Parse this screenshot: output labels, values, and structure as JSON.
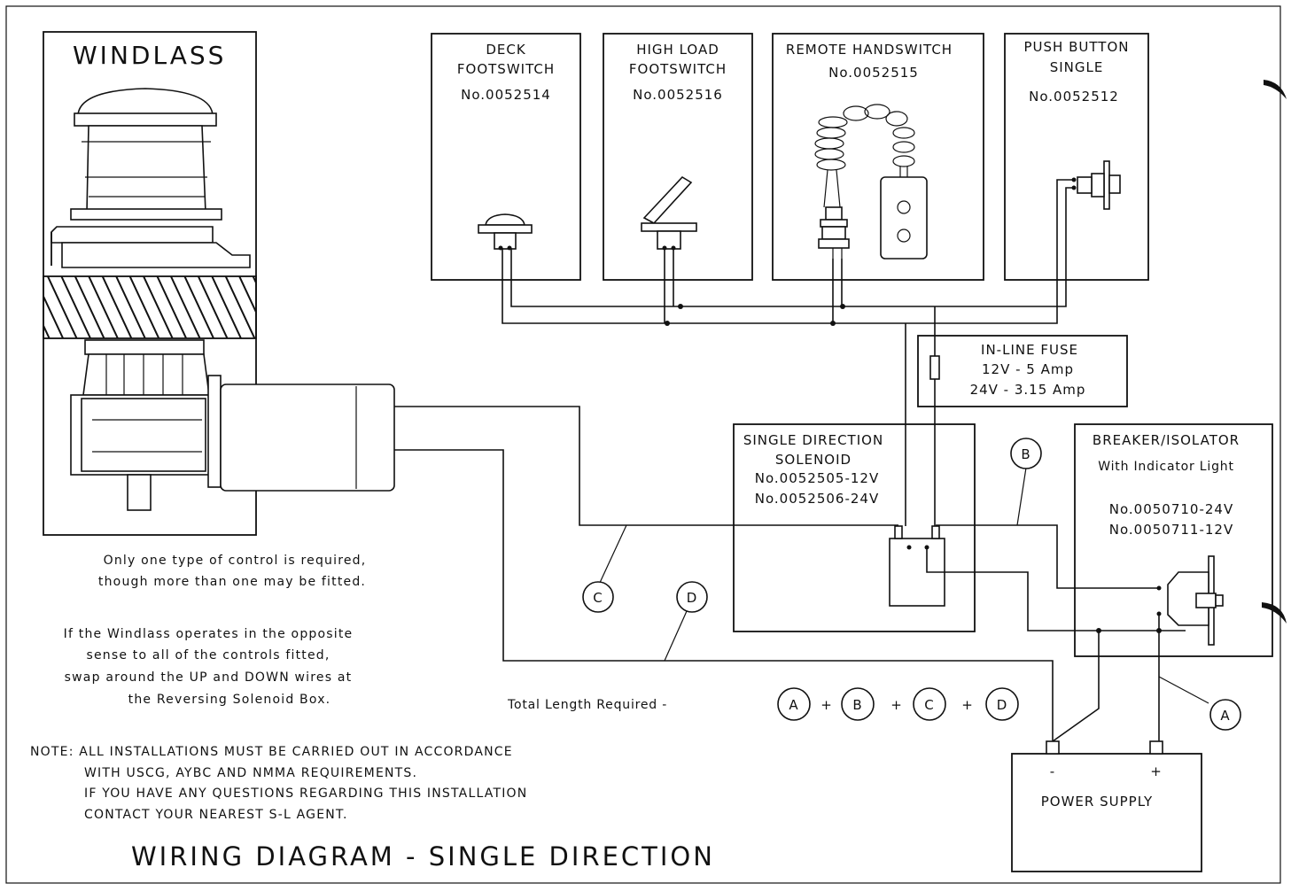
{
  "windlass": {
    "label": "WINDLASS"
  },
  "deck_footswitch": {
    "line1": "DECK",
    "line2": "FOOTSWITCH",
    "part_no": "No.0052514"
  },
  "high_load_footswitch": {
    "line1": "HIGH LOAD",
    "line2": "FOOTSWITCH",
    "part_no": "No.0052516"
  },
  "remote_handswitch": {
    "line1": "REMOTE HANDSWITCH",
    "part_no": "No.0052515"
  },
  "push_button": {
    "line1": "PUSH BUTTON",
    "line2": "SINGLE",
    "part_no": "No.0052512"
  },
  "fuse": {
    "title": "IN-LINE FUSE",
    "line1": "12V - 5 Amp",
    "line2": "24V - 3.15 Amp"
  },
  "solenoid": {
    "line1": "SINGLE DIRECTION",
    "line2": "SOLENOID",
    "part_12v": "No.0052505-12V",
    "part_24v": "No.0052506-24V"
  },
  "breaker": {
    "line1": "BREAKER/ISOLATOR",
    "line2": "With Indicator Light",
    "part_24v": "No.0050710-24V",
    "part_12v": "No.0050711-12V"
  },
  "power_supply": {
    "label": "POWER SUPPLY",
    "neg": "-",
    "pos": "+"
  },
  "wire_labels": {
    "a": "A",
    "b": "B",
    "c": "C",
    "d": "D"
  },
  "total_length": {
    "label": "Total Length Required -",
    "plus": "+"
  },
  "notes": {
    "control_1": "Only one type of control is required,",
    "control_2": "though more than one may be fitted.",
    "reverse_1": "If the Windlass operates in the opposite",
    "reverse_2": "sense to all of the controls fitted,",
    "reverse_3": "swap around the UP and DOWN wires at",
    "reverse_4": "the Reversing Solenoid Box.",
    "install_1": "NOTE: ALL INSTALLATIONS MUST BE CARRIED OUT IN ACCORDANCE",
    "install_2": "WITH USCG, AYBC AND NMMA REQUIREMENTS.",
    "install_3": "IF YOU HAVE ANY QUESTIONS REGARDING THIS INSTALLATION",
    "install_4": "CONTACT YOUR NEAREST S-L AGENT."
  },
  "title": "WIRING DIAGRAM - SINGLE DIRECTION"
}
